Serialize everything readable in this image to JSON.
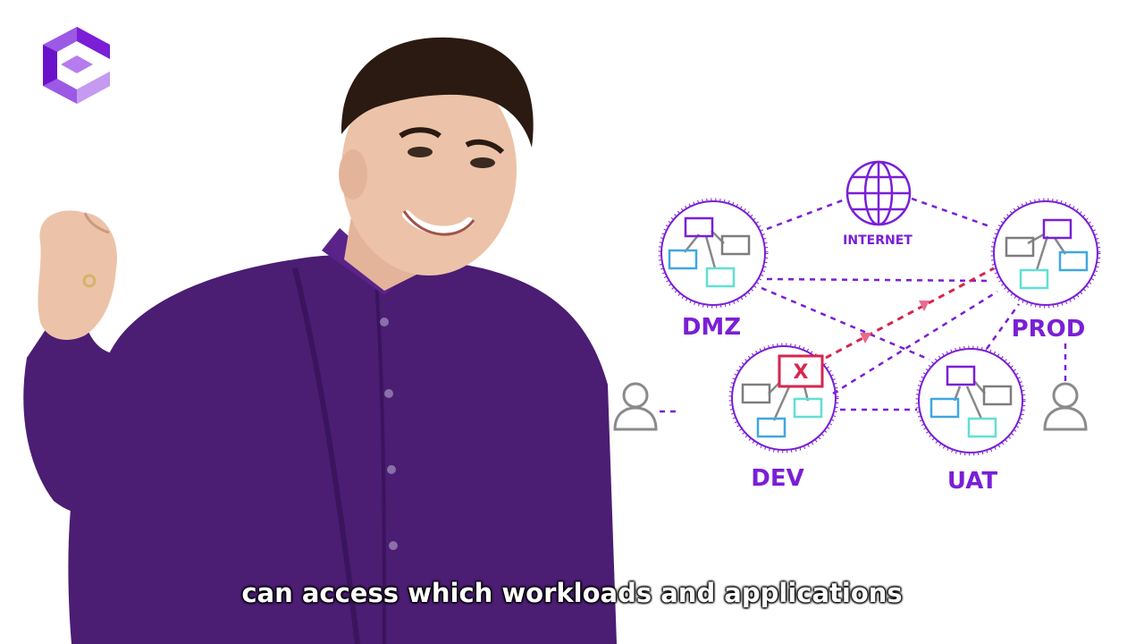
{
  "caption": "can access which workloads and applications",
  "diagram": {
    "internet_label": "INTERNET",
    "zones": {
      "dmz": "DMZ",
      "prod": "PROD",
      "dev": "DEV",
      "uat": "UAT"
    },
    "blocked_marker": "X"
  },
  "colors": {
    "accent": "#7a1fd6",
    "shirt": "#4b1d73",
    "blocked": "#d6264f",
    "box_purple": "#7a1fd6",
    "box_gray": "#7d7d7d",
    "box_blue": "#3fa7e0",
    "box_teal": "#5fe0d6"
  },
  "icons": {
    "logo": "brand-logo-icon",
    "internet": "globe-icon",
    "user": "user-icon"
  }
}
